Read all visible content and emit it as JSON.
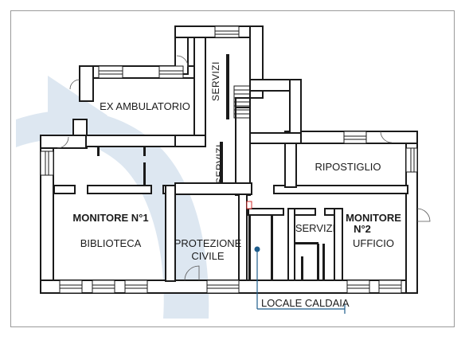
{
  "rooms": {
    "ex_ambulatorio": "EX AMBULATORIO",
    "servizi_top": "SERVIZI",
    "servizi_mid": "SERVIZI",
    "ripostiglio": "RIPOSTIGLIO",
    "monitore1_title": "MONITORE N°1",
    "monitore1_sub": "BIBLIOTECA",
    "protezione_line1": "PROTEZIONE",
    "protezione_line2": "CIVILE",
    "servizi_right": "SERVIZI",
    "monitore2_line1": "MONITORE",
    "monitore2_line2": "N°2",
    "monitore2_sub": "UFFICIO"
  },
  "callout": {
    "locale_caldaia": "LOCALE CALDAIA"
  },
  "colors": {
    "wall": "#1a1a1a",
    "wall_fill": "#ffffff",
    "accent": "#1f5d8c",
    "watermark": "#dde7f1",
    "frame": "#9a9a9a"
  }
}
